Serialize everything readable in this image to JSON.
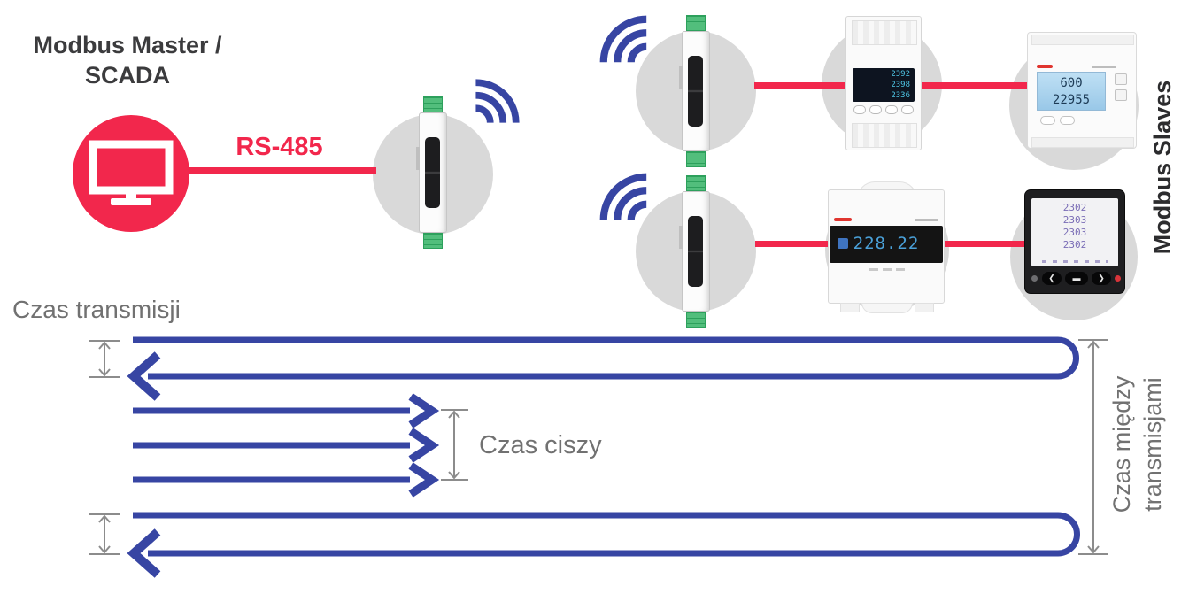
{
  "nodes": {
    "master_line1": "Modbus Master /",
    "master_line2": "SCADA",
    "bus_label": "RS-485",
    "slaves_label": "Modbus Slaves"
  },
  "meters": {
    "din_display_rows": [
      "2392",
      "2398",
      "2336"
    ],
    "lcd_display_top": "600",
    "lcd_display_bottom": "22955",
    "three_phase_display": "228.22",
    "panel_display_rows": [
      "2302",
      "2303",
      "2303",
      "2302"
    ]
  },
  "timing": {
    "transmission_label": "Czas transmisji",
    "silence_label": "Czas ciszy",
    "between_label_line1": "Czas między",
    "between_label_line2": "transmisjami"
  },
  "icons": {
    "wifi": "wifi-signal-arcs",
    "monitor": "computer-monitor",
    "panel_btn_left": "❮",
    "panel_btn_center": "▬",
    "panel_btn_right": "❯"
  },
  "colors": {
    "accent_red": "#F2274C",
    "accent_blue": "#3745A3",
    "circle_gray": "#D9D9D9",
    "label_gray": "#717171",
    "text_dark": "#3B3B3D",
    "connector_green": "#52BE7C",
    "lcd_cyan": "#4FC8E8",
    "lcd_blue": "#4AA0D8",
    "lcd_purple": "#7A6DB6"
  }
}
